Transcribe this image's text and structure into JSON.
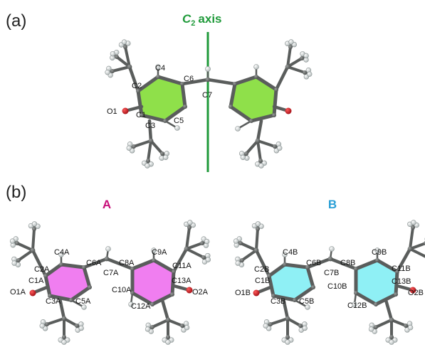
{
  "panels": {
    "a_label": "(a)",
    "b_label": "(b)"
  },
  "axis": {
    "symbol": "C",
    "subscript": "2",
    "word": "axis",
    "color": "#1f9a3a"
  },
  "molecule_a": {
    "ring_fill": "#8fe04a",
    "labels": {
      "c1": "C1",
      "c2": "C2",
      "c3": "C3",
      "c4": "C4",
      "c5": "C5",
      "c6": "C6",
      "c7": "C7",
      "o1": "O1"
    }
  },
  "molecule_b_A": {
    "title": "A",
    "title_color": "#c8107a",
    "ring_fill": "#f07ef0",
    "labels": {
      "c1": "C1A",
      "c2": "C2A",
      "c3": "C3A",
      "c4": "C4A",
      "c5": "C5A",
      "c6": "C6A",
      "c7": "C7A",
      "c8": "C8A",
      "c9": "C9A",
      "c10": "C10A",
      "c11": "C11A",
      "c12": "C12A",
      "c13": "C13A",
      "o1": "O1A",
      "o2": "O2A"
    }
  },
  "molecule_b_B": {
    "title": "B",
    "title_color": "#2a9fd6",
    "ring_fill": "#8ff0f5",
    "labels": {
      "c1": "C1B",
      "c2": "C2B",
      "c3": "C3B",
      "c4": "C4B",
      "c5": "C5B",
      "c6": "C6B",
      "c7": "C7B",
      "c8": "C8B",
      "c9": "C9B",
      "c10": "C10B",
      "c11": "C11B",
      "c12": "C12B",
      "c13": "C13B",
      "o1": "O1B",
      "o2": "O2B"
    }
  },
  "colors": {
    "bond": "#5a5d5c",
    "hydrogen": "#d4dada",
    "oxygen": "#c8141c",
    "carbon": "#6d706f"
  }
}
